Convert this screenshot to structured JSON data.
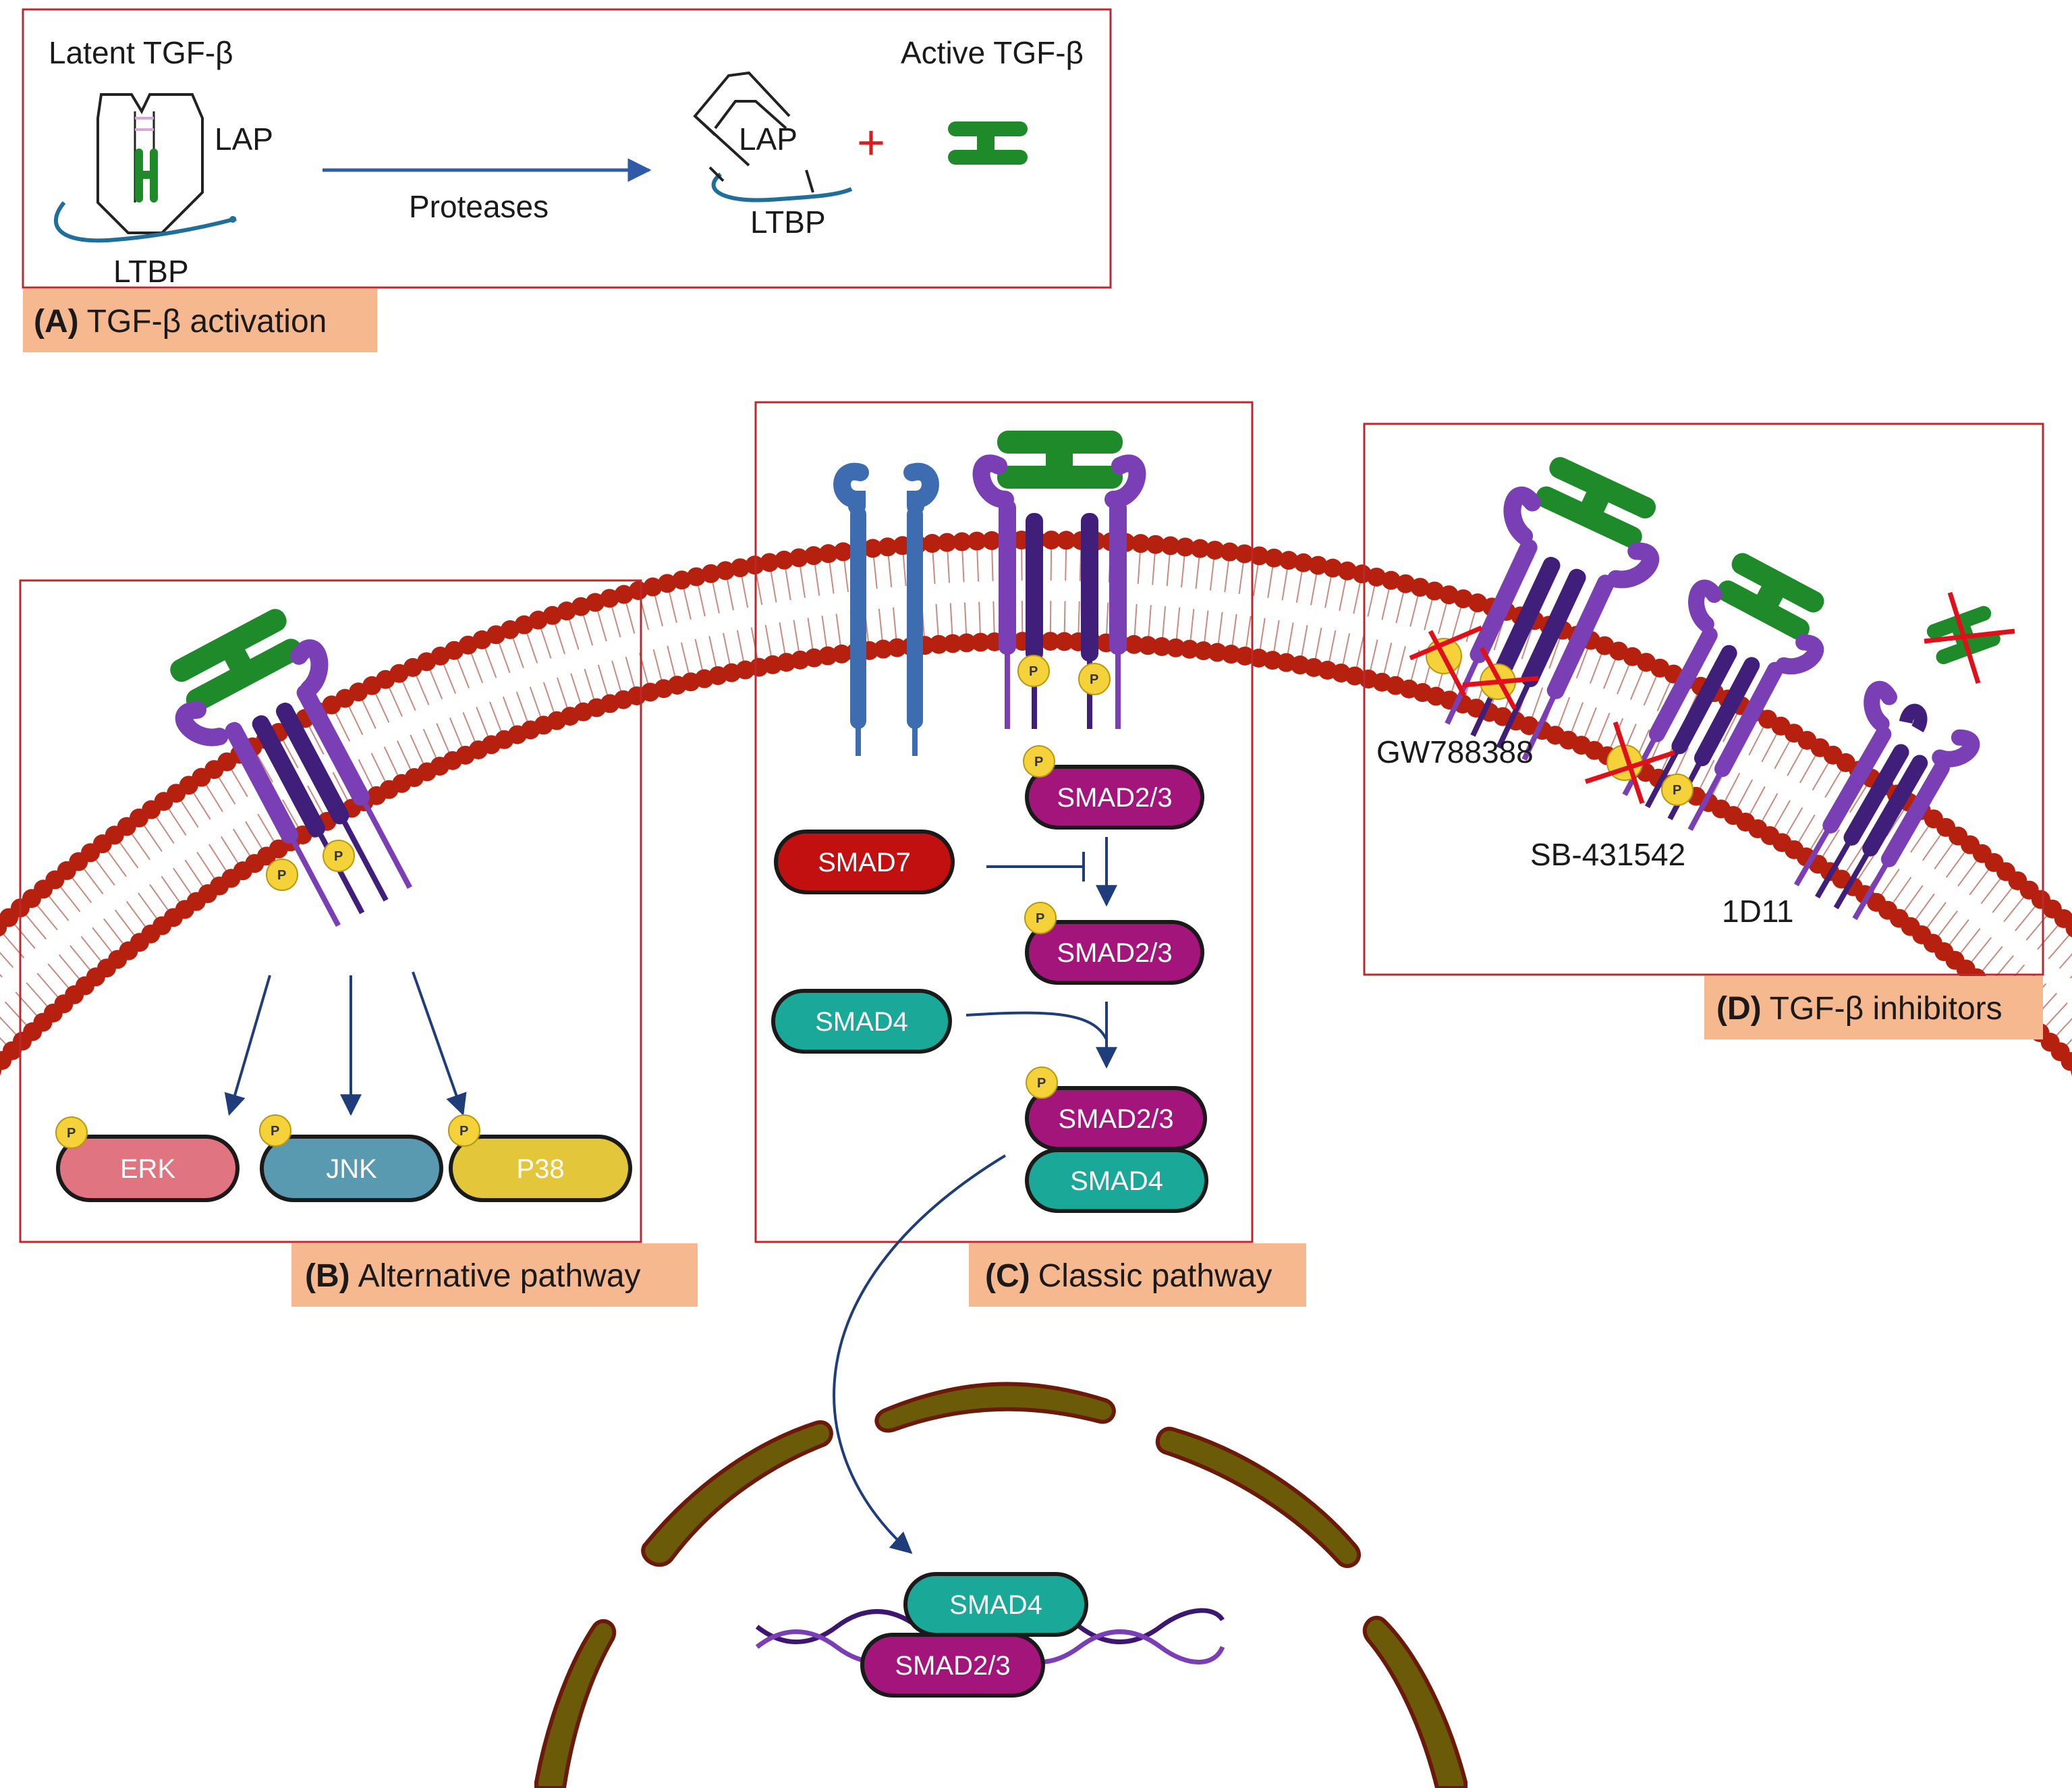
{
  "panel_a": {
    "title_prefix": "(A)",
    "title_text": "TGF-β activation",
    "latent_label": "Latent TGF-β",
    "active_label": "Active TGF-β",
    "lap_label_1": "LAP",
    "lap_label_2": "LAP",
    "ltbp_label_1": "LTBP",
    "ltbp_label_2": "LTBP",
    "proteases_label": "Proteases",
    "plus_sign": "+"
  },
  "panel_b": {
    "title_prefix": "(B)",
    "title_text": "Alternative pathway",
    "kinases": [
      "ERK",
      "JNK",
      "P38"
    ]
  },
  "panel_c": {
    "title_prefix": "(C)",
    "title_text": "Classic pathway",
    "smad23_1": "SMAD2/3",
    "smad23_2": "SMAD2/3",
    "smad23_3": "SMAD2/3",
    "smad7": "SMAD7",
    "smad4_left": "SMAD4",
    "smad4_complex": "SMAD4"
  },
  "panel_d": {
    "title_prefix": "(D)",
    "title_text": "TGF-β inhibitors",
    "inhibitors": [
      "GW788388",
      "SB-431542",
      "1D11"
    ]
  },
  "nucleus": {
    "smad4": "SMAD4",
    "smad23": "SMAD2/3"
  },
  "phospho_label": "P",
  "colors": {
    "frame_red": "#c0272d",
    "caption_bg": "#f5b88f",
    "tgf_green": "#1e8a2a",
    "receptor_purple": "#7b3fb5",
    "receptor_dark": "#3f1f7a",
    "membrane_red": "#b5200f",
    "erk": "#e07480",
    "jnk": "#5a9ab0",
    "p38": "#e3c63a",
    "smad23": "#a3157a",
    "smad7": "#c21010",
    "smad4": "#1aa898",
    "nucleus_envelope": "#6b5a08",
    "arrow_blue": "#1f3d7a"
  }
}
